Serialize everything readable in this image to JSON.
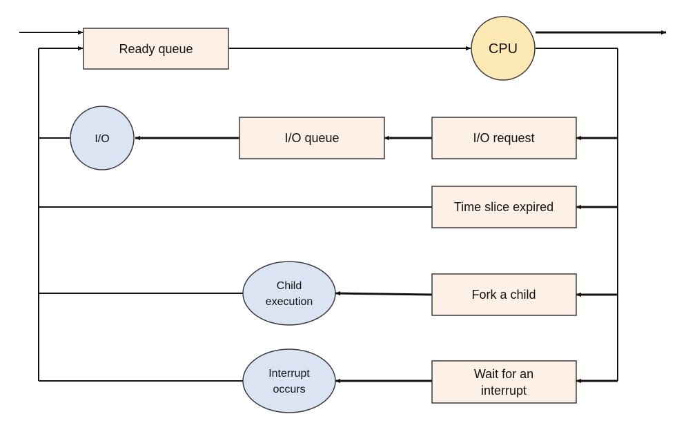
{
  "colors": {
    "box_fill": "#fdf0e6",
    "box_stroke": "#3a3a3a",
    "cpu_fill": "#fde9b3",
    "circle_fill": "#dbe4f3",
    "line": "#111111"
  },
  "nodes": {
    "ready_queue": "Ready queue",
    "cpu": "CPU",
    "io_device": "I/O",
    "io_queue": "I/O queue",
    "io_request": "I/O request",
    "time_slice": "Time slice expired",
    "child_execution": [
      "Child",
      "execution"
    ],
    "fork_child": "Fork a child",
    "interrupt_occurs": [
      "Interrupt",
      "occurs"
    ],
    "wait_interrupt": [
      "Wait for an",
      "interrupt"
    ]
  }
}
